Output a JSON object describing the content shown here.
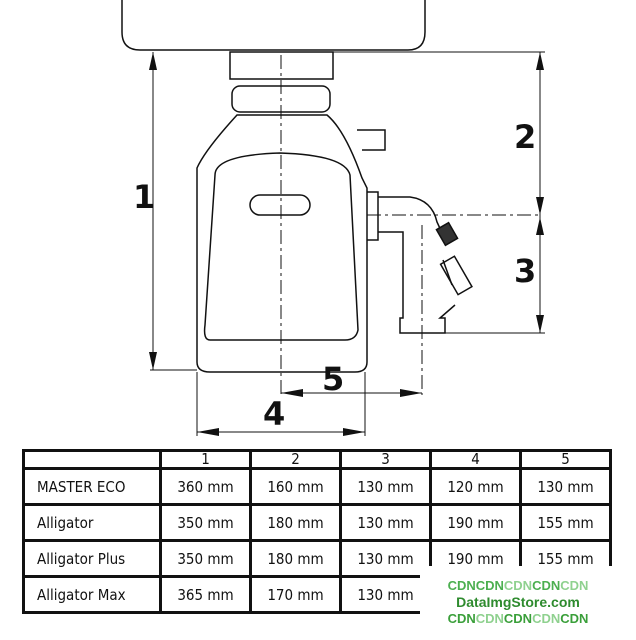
{
  "diagram": {
    "dimension_labels": [
      "1",
      "2",
      "3",
      "4",
      "5"
    ]
  },
  "table": {
    "columns": [
      "",
      "1",
      "2",
      "3",
      "4",
      "5"
    ],
    "rows": [
      {
        "name": "MASTER ECO",
        "values": [
          "360 mm",
          "160 mm",
          "130 mm",
          "120 mm",
          "130 mm"
        ]
      },
      {
        "name": "Alligator",
        "values": [
          "350 mm",
          "180 mm",
          "130 mm",
          "190 mm",
          "155 mm"
        ]
      },
      {
        "name": "Alligator Plus",
        "values": [
          "350 mm",
          "180 mm",
          "130 mm",
          "190 mm",
          "155 mm"
        ]
      },
      {
        "name": "Alligator Max",
        "values": [
          "365 mm",
          "170 mm",
          "130 mm",
          "",
          ""
        ]
      }
    ]
  },
  "watermark": {
    "line1": [
      "CDN",
      "CDN",
      "CDN",
      "CDN",
      "CDN"
    ],
    "site": "DataImgStore.com",
    "line3": [
      "CDN",
      "CDN",
      "CDN",
      "CDN",
      "CDN"
    ]
  }
}
